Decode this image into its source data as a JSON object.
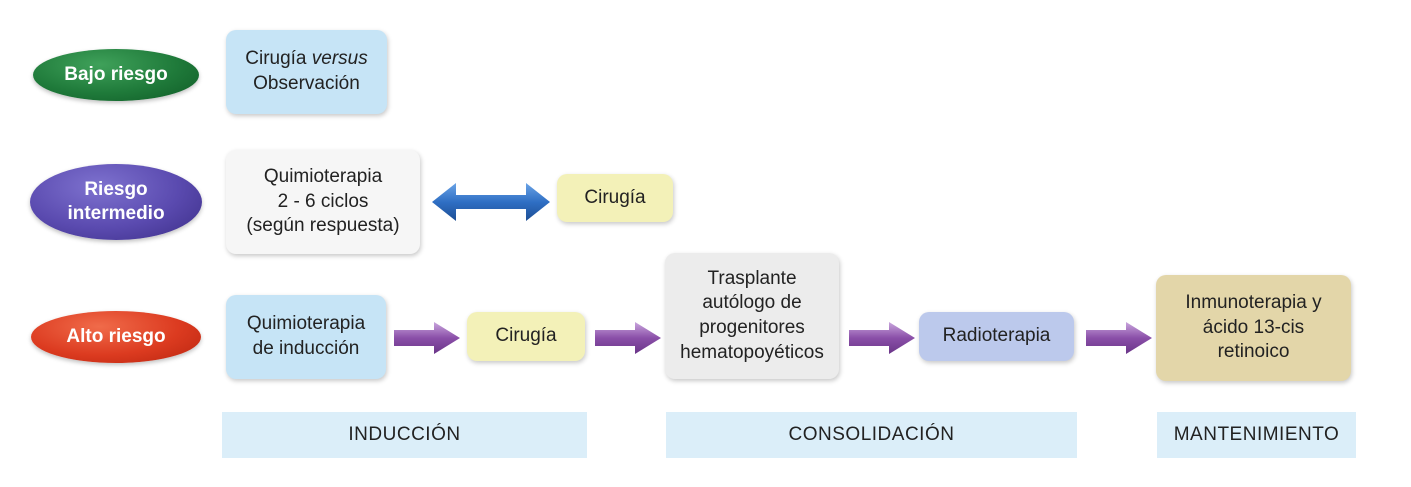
{
  "risk_groups": {
    "low": "Bajo riesgo",
    "intermediate_line1": "Riesgo",
    "intermediate_line2": "intermedio",
    "high": "Alto riesgo"
  },
  "low_row": {
    "surgery_vs_line1_a": "Cirugía ",
    "surgery_vs_line1_b": "versus",
    "surgery_vs_line2": "Observación"
  },
  "intermediate_row": {
    "chemo_line1": "Quimioterapia",
    "chemo_line2": "2 - 6 ciclos",
    "chemo_line3": "(según respuesta)",
    "surgery": "Cirugía"
  },
  "high_row": {
    "induction_chemo_line1": "Quimioterapia",
    "induction_chemo_line2": "de inducción",
    "surgery": "Cirugía",
    "transplant_line1": "Trasplante",
    "transplant_line2": "autólogo de",
    "transplant_line3": "progenitores",
    "transplant_line4": "hematopoyéticos",
    "radiotherapy": "Radioterapia",
    "immuno_line1": "Inmunoterapia y",
    "immuno_line2": "ácido 13-cis",
    "immuno_line3": "retinoico"
  },
  "phases": {
    "induction": "INDUCCIÓN",
    "consolidation": "CONSOLIDACIÓN",
    "maintenance": "MANTENIMIENTO"
  },
  "colors": {
    "low": "#1f7a3a",
    "intermediate": "#5a4aaf",
    "high": "#dc3b20",
    "arrow": "#8a4fa8",
    "double_arrow": "#2f6fc4"
  }
}
